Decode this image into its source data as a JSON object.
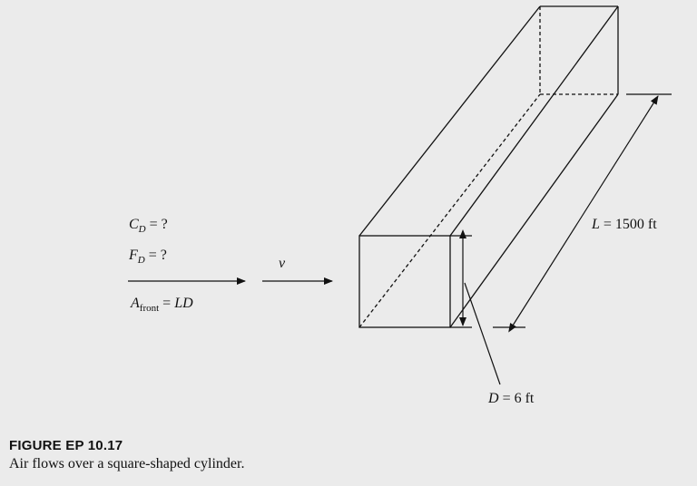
{
  "labels": {
    "cd": {
      "sym": "C",
      "sub": "D",
      "rest": " = ?"
    },
    "fd": {
      "sym": "F",
      "sub": "D",
      "rest": " = ?"
    },
    "afront": {
      "sym": "A",
      "sub": "front",
      "eq": " = ",
      "rhs": "LD"
    },
    "velocity": "v",
    "length": {
      "sym": "L",
      "rest": " = 1500 ft"
    },
    "diameter": {
      "sym": "D",
      "rest": " = 6 ft"
    }
  },
  "caption": {
    "title": "FIGURE EP 10.17",
    "text": "Air flows over a square-shaped cylinder."
  },
  "colors": {
    "background": "#ebebeb",
    "ink": "#111111"
  }
}
